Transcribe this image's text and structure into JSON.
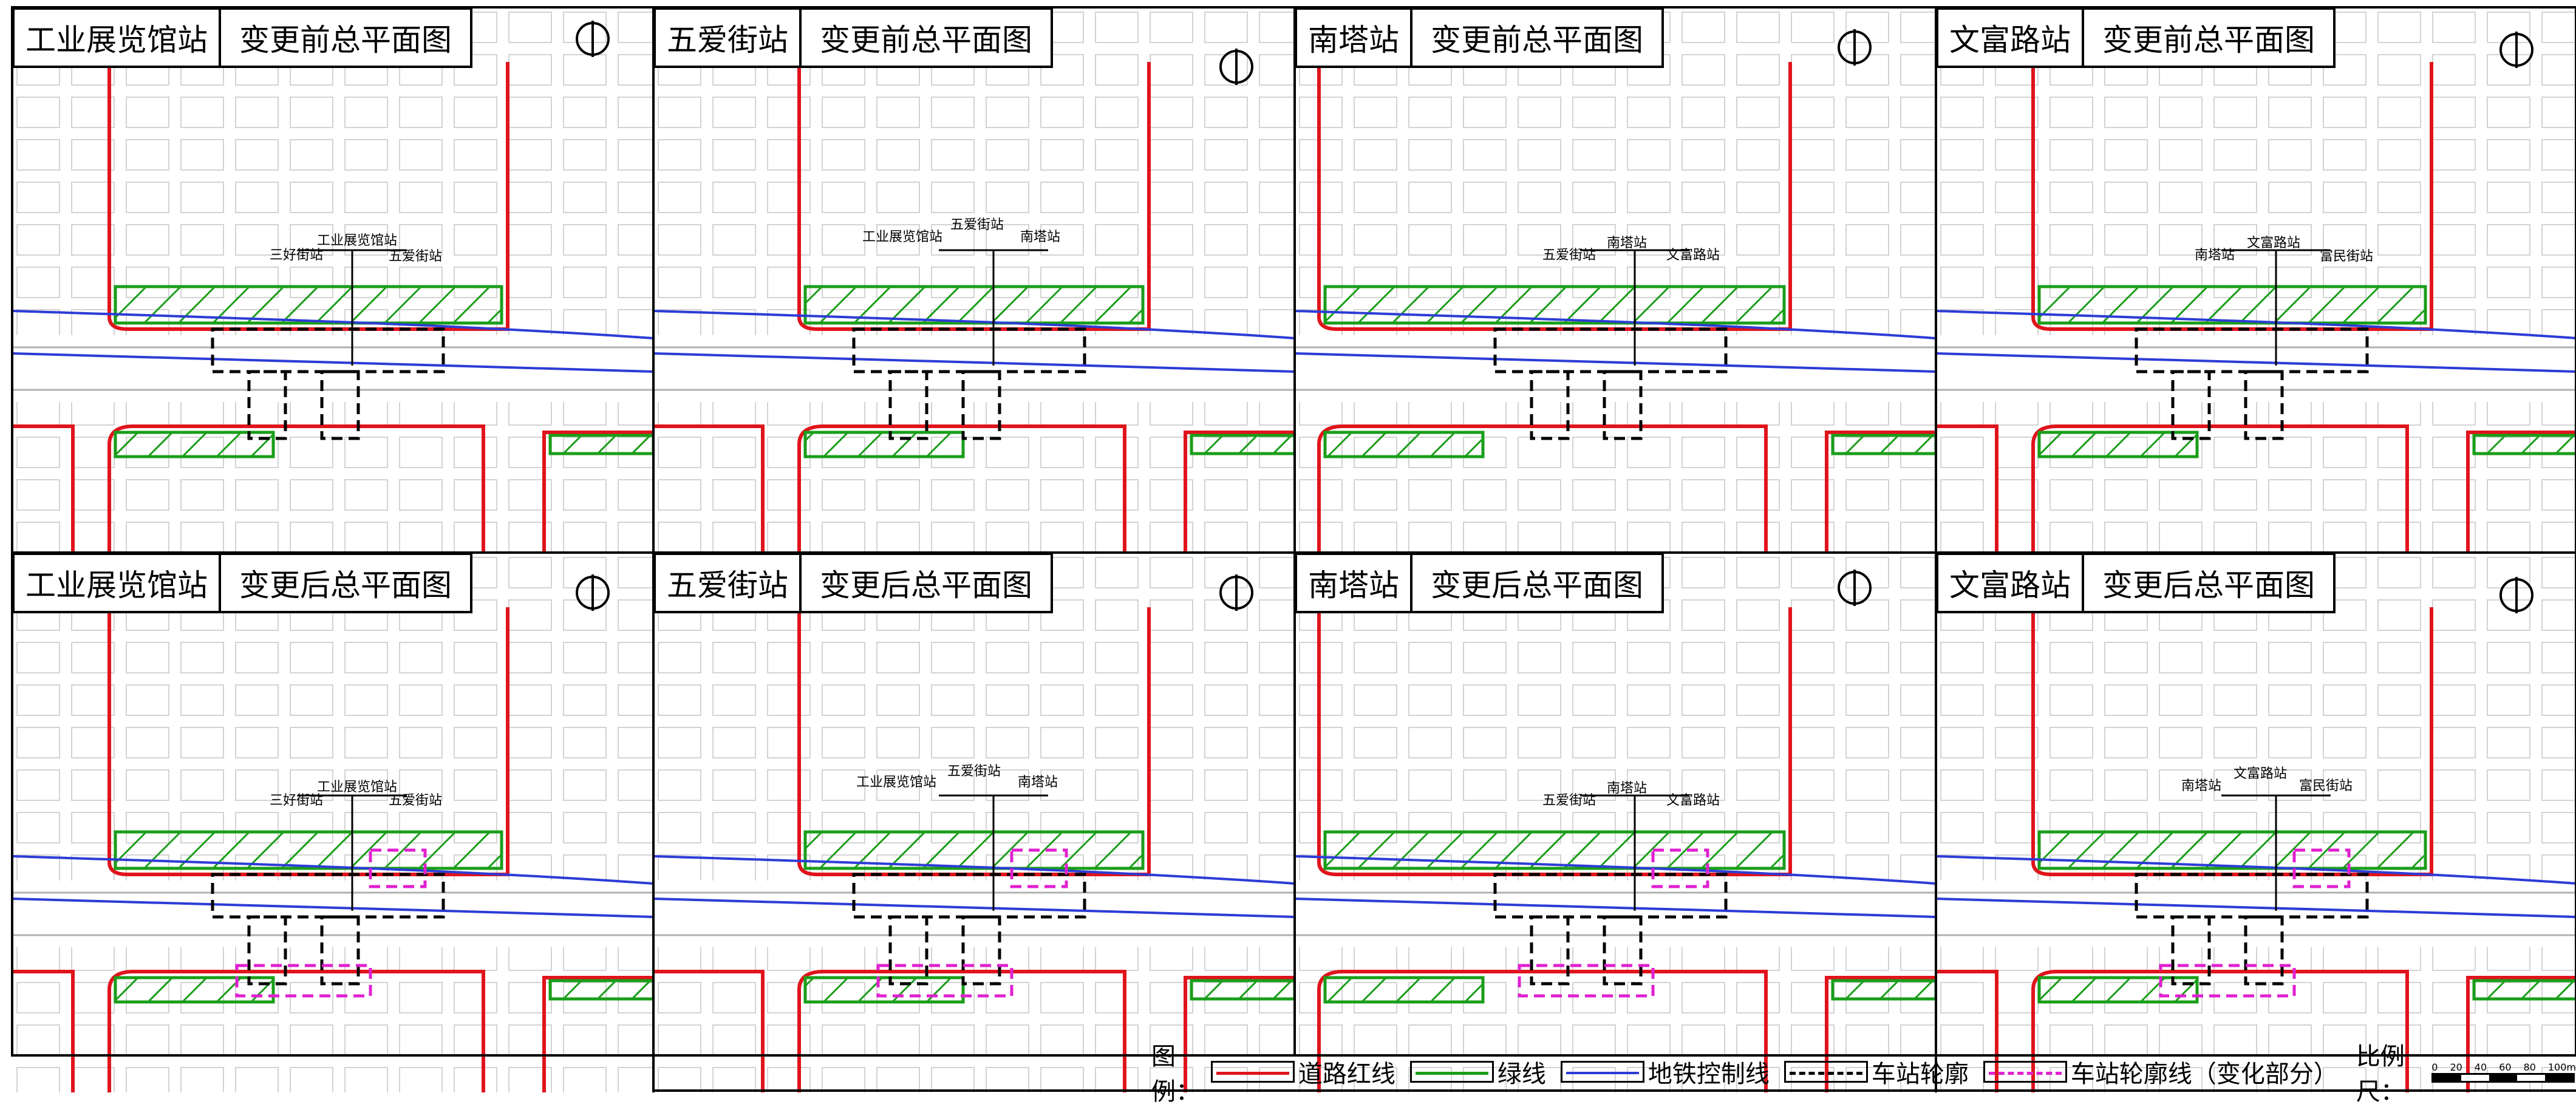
{
  "panels": [
    {
      "id": "p1",
      "station": "工业展览馆站",
      "plan": "变更前总平面图",
      "labels": {
        "a": "三好街站",
        "b": "工业展览馆站",
        "c": "五爱街站"
      }
    },
    {
      "id": "p2",
      "station": "五爱街站",
      "plan": "变更前总平面图",
      "labels": {
        "a": "工业展览馆站",
        "b": "五爱街站",
        "c": "南塔站"
      }
    },
    {
      "id": "p3",
      "station": "南塔站",
      "plan": "变更前总平面图",
      "labels": {
        "a": "五爱街站",
        "b": "南塔站",
        "c": "文富路站"
      }
    },
    {
      "id": "p4",
      "station": "文富路站",
      "plan": "变更前总平面图",
      "labels": {
        "a": "南塔站",
        "b": "文富路站",
        "c": "富民街站"
      }
    },
    {
      "id": "p5",
      "station": "工业展览馆站",
      "plan": "变更后总平面图",
      "labels": {
        "a": "三好街站",
        "b": "工业展览馆站",
        "c": "五爱街站"
      }
    },
    {
      "id": "p6",
      "station": "五爱街站",
      "plan": "变更后总平面图",
      "labels": {
        "a": "工业展览馆站",
        "b": "五爱街站",
        "c": "南塔站"
      }
    },
    {
      "id": "p7",
      "station": "南塔站",
      "plan": "变更后总平面图",
      "labels": {
        "a": "五爱街站",
        "b": "南塔站",
        "c": "文富路站"
      }
    },
    {
      "id": "p8",
      "station": "文富路站",
      "plan": "变更后总平面图",
      "labels": {
        "a": "南塔站",
        "b": "文富路站",
        "c": "富民街站"
      }
    }
  ],
  "legend": {
    "title": "图例：",
    "items": [
      {
        "label": "道路红线",
        "kind": "red-line"
      },
      {
        "label": "绿线",
        "kind": "green-line"
      },
      {
        "label": "地铁控制线",
        "kind": "blue-line"
      },
      {
        "label": "车站轮廓",
        "kind": "black-dashed"
      },
      {
        "label": "车站轮廓线（变化部分）",
        "kind": "magenta-dashed"
      }
    ],
    "scale_title": "比例尺：",
    "scale_ticks": [
      "0",
      "20",
      "40",
      "60",
      "80",
      "100m"
    ]
  },
  "colors": {
    "road_red": "#e0141c",
    "green": "#1a9e1a",
    "metro_blue": "#2d3cd6",
    "outline": "#000000",
    "changed": "#e020d0",
    "background_lines": "#b0b0b0",
    "street_gray": "#d4d4d4"
  }
}
